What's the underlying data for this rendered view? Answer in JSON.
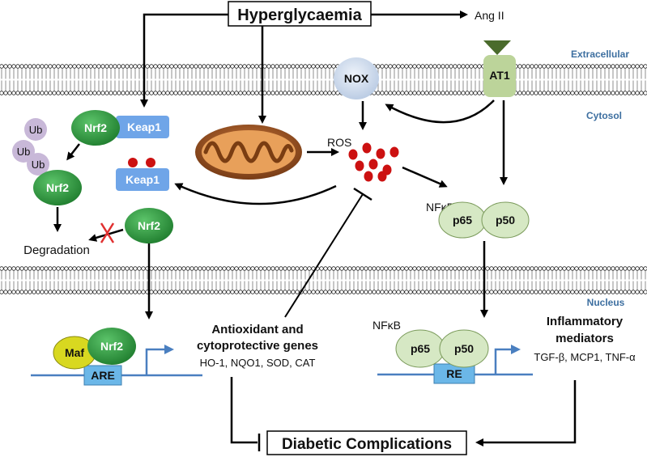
{
  "hyperglycaemia": "Hyperglycaemia",
  "ang_ii": "Ang II",
  "zones": {
    "extracellular": "Extracellular",
    "cytosol": "Cytosol",
    "nucleus": "Nucleus"
  },
  "nox": "NOX",
  "at1": "AT1",
  "ros": "ROS",
  "ub": [
    "Ub",
    "Ub",
    "Ub"
  ],
  "nrf2": "Nrf2",
  "keap1": "Keap1",
  "degradation": "Degradation",
  "nfkb": "NFκB",
  "p65": "p65",
  "p50": "p50",
  "maf": "Maf",
  "are": "ARE",
  "re": "RE",
  "antioxidant": {
    "line1": "Antioxidant and",
    "line2": "cytoprotective genes",
    "line3": "HO-1, NQO1, SOD, CAT"
  },
  "inflammatory": {
    "line1": "Inflammatory",
    "line2": "mediators",
    "line3": "TGF-β, MCP1, TNF-α"
  },
  "diabetic": "Diabetic Complications",
  "colors": {
    "nrf2": "#2e9a3f",
    "keap1": "#6fa5e8",
    "ub": "#c8b8d8",
    "nfkb": "#d6e8c4",
    "ros": "#cc1111",
    "nox": "#cfdcee",
    "at1": "#bcd49a",
    "maf": "#d8d820",
    "dna": "#4a7fc0",
    "zone_text": "#3d6fa0"
  }
}
